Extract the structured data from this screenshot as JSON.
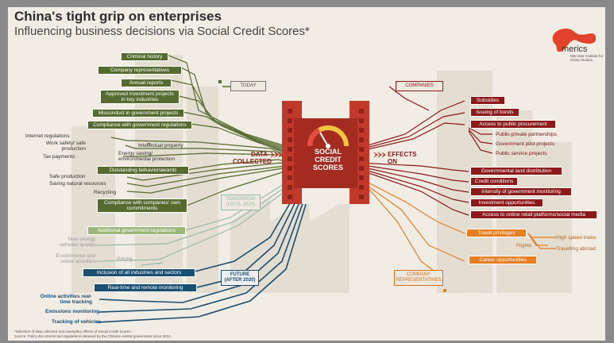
{
  "title": "China's tight grip on enterprises",
  "subtitle": "Influencing business decisions via Social Credit Scores*",
  "logo": {
    "name": "merics",
    "sub": "Mercator Institute for China Studies"
  },
  "stages": {
    "today": "TODAY",
    "tomorrow": "TOMORROW (UNTIL 2020)",
    "future": "FUTURE (AFTER 2020)",
    "companies": "COMPANIES",
    "company_representatives": "COMPANY REPRESENTATIVES"
  },
  "center": {
    "label": "SOCIAL CREDIT SCORES",
    "data_collected": "DATA COLLECTED",
    "effects_on": "EFFECTS ON"
  },
  "today_items": {
    "criminal_history": "Criminal history",
    "company_representatives": "Company representatives",
    "annual_reports": "Annual reports",
    "approved_investment": "Approved investment projects in key industries",
    "misconduct": "Misconduct in government projects",
    "compliance_regulations": "Compliance with government regulations",
    "internet_regulations": "Internet regulations",
    "work_safety": "Work safety/ safe production",
    "tax_payments": "Tax payments",
    "intellectual_property": "Intellectual property",
    "energy_saving": "Energy saving/ environmental protection",
    "outstanding_awards": "Outstanding behavior/awards",
    "safe_production": "Safe production",
    "saving_resources": "Saving natural resources",
    "recycling": "Recycling",
    "compliance_commitments": "Compliance with companies' own commitments"
  },
  "tomorrow_items": {
    "additional_regulations": "Additional government regulations",
    "new_energy": "New energy vehicles quotas",
    "ecommerce": "E-commerce and online activities",
    "pricing": "Pricing"
  },
  "future_items": {
    "inclusion": "Inclusion of all industries and sectors",
    "realtime": "Real-time and remote monitoring",
    "online": "Online activities real-time tracking",
    "emissions": "Emissions monitoring",
    "tracking": "Tracking of vehicles"
  },
  "company_effects": {
    "subsidies": "Subsidies",
    "bonds": "Issuing of bonds",
    "procurement": "Access to public procurement",
    "ppp": "Public-private partnerships",
    "pilot": "Government pilot projects",
    "service": "Public service projects",
    "land": "Governmental land distribution",
    "credit": "Credit conditions",
    "monitoring": "Intensity of government monitoring",
    "investment": "Investment opportunities",
    "retail": "Access to online retail platforms/social media"
  },
  "rep_effects": {
    "travel": "Travel privileges",
    "flights": "Flights",
    "trains": "High speed trains",
    "abroad": "Travelling abroad",
    "career": "Career opportunities"
  },
  "footnote": {
    "line1": "*Selection of data collected and exemplary effects of Social Credit Scores.",
    "line2": "Source: Policy documents and regulations released by the Chinese central government since 2014."
  },
  "colors": {
    "green": "#556b2f",
    "red": "#8c1a1a",
    "orange": "#e67e22",
    "blue": "#1b4f72",
    "teal": "#9abaa9"
  }
}
